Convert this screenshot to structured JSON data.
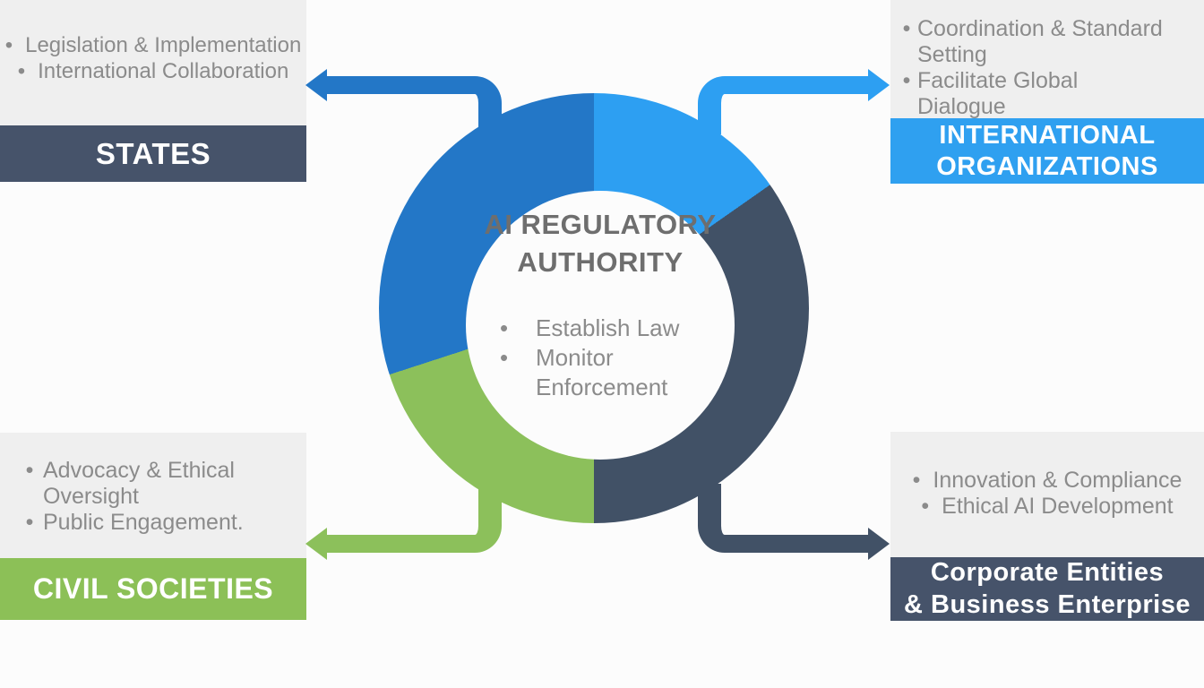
{
  "ui": {
    "bullet_char": "•"
  },
  "colors": {
    "bg": "#fcfcfc",
    "panel": "#efefef",
    "textGray": "#8b8b8b",
    "centerTitle": "#6e6e6e",
    "darkblue": "#2377c7",
    "lightblue": "#2d9ff2",
    "slate": "#415166",
    "green": "#8cc05b",
    "headerSlate": "#46536a",
    "headerBlue": "#2fa0f0",
    "headerGreen": "#8cc057"
  },
  "center": {
    "title": "AI REGULATORY AUTHORITY",
    "bullets": [
      "Establish Law",
      "Monitor Enforcement"
    ]
  },
  "panels": {
    "states": {
      "title": "STATES",
      "bullets": [
        "Legislation & Implementation",
        "International Collaboration"
      ]
    },
    "international": {
      "title_lines": [
        "INTERNATIONAL",
        "ORGANIZATIONS"
      ],
      "bullets": [
        "Coordination & Standard Setting",
        "Facilitate Global Dialogue"
      ]
    },
    "civil": {
      "title": "CIVIL SOCIETIES",
      "bullets": [
        "Advocacy & Ethical Oversight",
        "Public Engagement."
      ]
    },
    "corporate": {
      "title_lines": [
        "Corporate Entities",
        "& Business Enterprise"
      ],
      "bullets": [
        "Innovation & Compliance",
        "Ethical AI Development"
      ]
    }
  },
  "diagram": {
    "type": "donut-hub-and-spokes",
    "segments": [
      {
        "name": "international-organizations",
        "color": "#2d9ff2",
        "from_deg": 0,
        "to_deg": 55
      },
      {
        "name": "corporate-entities",
        "color": "#415166",
        "from_deg": 55,
        "to_deg": 180
      },
      {
        "name": "civil-societies",
        "color": "#8cc05b",
        "from_deg": 180,
        "to_deg": 252
      },
      {
        "name": "states",
        "color": "#2377c7",
        "from_deg": 252,
        "to_deg": 360
      }
    ]
  }
}
